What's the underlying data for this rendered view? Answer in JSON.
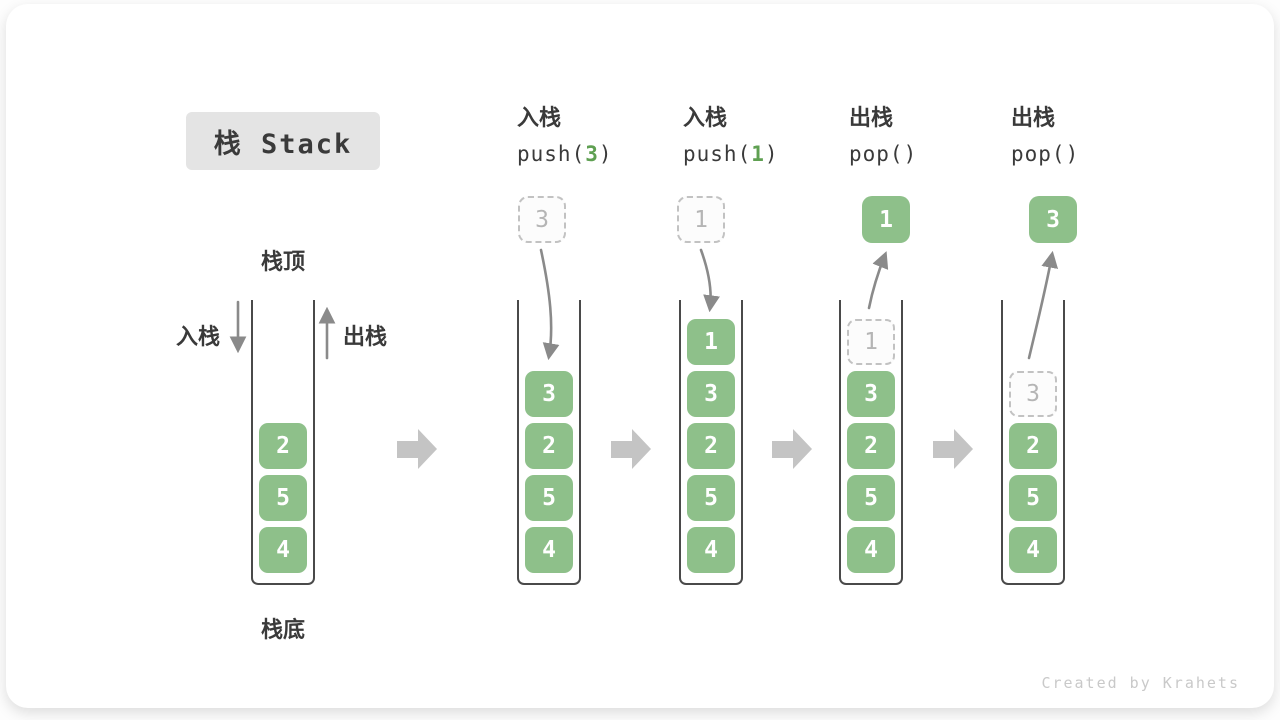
{
  "title": {
    "label": "栈 Stack"
  },
  "labels": {
    "stack_top": "栈顶",
    "stack_bottom": "栈底",
    "push_direction": "入栈",
    "pop_direction": "出栈"
  },
  "operations": [
    {
      "cn": "入栈",
      "code_pre": "push(",
      "code_arg": "3",
      "code_post": ")"
    },
    {
      "cn": "入栈",
      "code_pre": "push(",
      "code_arg": "1",
      "code_post": ")"
    },
    {
      "cn": "出栈",
      "code_pre": "pop(",
      "code_arg": "",
      "code_post": ")"
    },
    {
      "cn": "出栈",
      "code_pre": "pop(",
      "code_arg": "",
      "code_post": ")"
    }
  ],
  "stacks": [
    {
      "floating": null,
      "ghost": null,
      "blocks": [
        "2",
        "5",
        "4"
      ]
    },
    {
      "floating": {
        "value": "3",
        "style": "dashed"
      },
      "ghost": null,
      "blocks": [
        "3",
        "2",
        "5",
        "4"
      ]
    },
    {
      "floating": {
        "value": "1",
        "style": "dashed"
      },
      "ghost": null,
      "blocks": [
        "1",
        "3",
        "2",
        "5",
        "4"
      ]
    },
    {
      "floating": {
        "value": "1",
        "style": "solid"
      },
      "ghost": "1",
      "blocks": [
        "3",
        "2",
        "5",
        "4"
      ]
    },
    {
      "floating": {
        "value": "3",
        "style": "solid"
      },
      "ghost": "3",
      "blocks": [
        "2",
        "5",
        "4"
      ]
    }
  ],
  "watermark": "Created by Krahets",
  "colors": {
    "block_green": "#8EC08A",
    "code_green": "#5FA052",
    "dark_text": "#3A3A3A",
    "arrow_gray": "#8A8A8A",
    "flow_arrow_gray": "#C4C4C4",
    "ghost_border": "#C2C2C2",
    "ghost_text": "#B5B5B5",
    "title_bg": "#E4E4E4",
    "wall_color": "#4A4A4A",
    "watermark_gray": "#C9C9C9"
  }
}
